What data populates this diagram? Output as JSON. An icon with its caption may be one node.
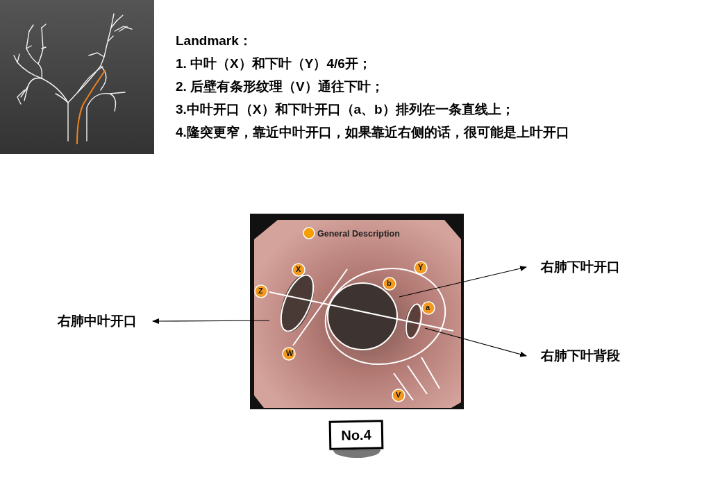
{
  "diagram": {
    "nodes": [
      {
        "text": [
          "右肺中叶开口"
        ]
      },
      {
        "text": [
          "右肺下叶开口"
        ]
      },
      {
        "text": [
          "右肺下叶背段"
        ]
      }
    ],
    "edges": [
      {
        "from": null,
        "to": 0,
        "arrow": "to"
      },
      {
        "from": null,
        "to": 1,
        "arrow": "to"
      },
      {
        "from": null,
        "to": 2,
        "arrow": "to"
      }
    ],
    "labels": [
      "Landmark：",
      "1. 中叶（X）和下叶（Y）4/6开；",
      "2. 后壁有条形纹理（V）通往下叶；",
      "3.中叶开口（X）和下叶开口（a、b）排列在一条直线上；",
      "4.隆突更窄，靠近中叶开口，如果靠近右侧的话，很可能是上叶开口",
      "General Description",
      "X",
      "Y",
      "Z",
      "b",
      "a",
      "W",
      "V",
      "No.4"
    ]
  }
}
